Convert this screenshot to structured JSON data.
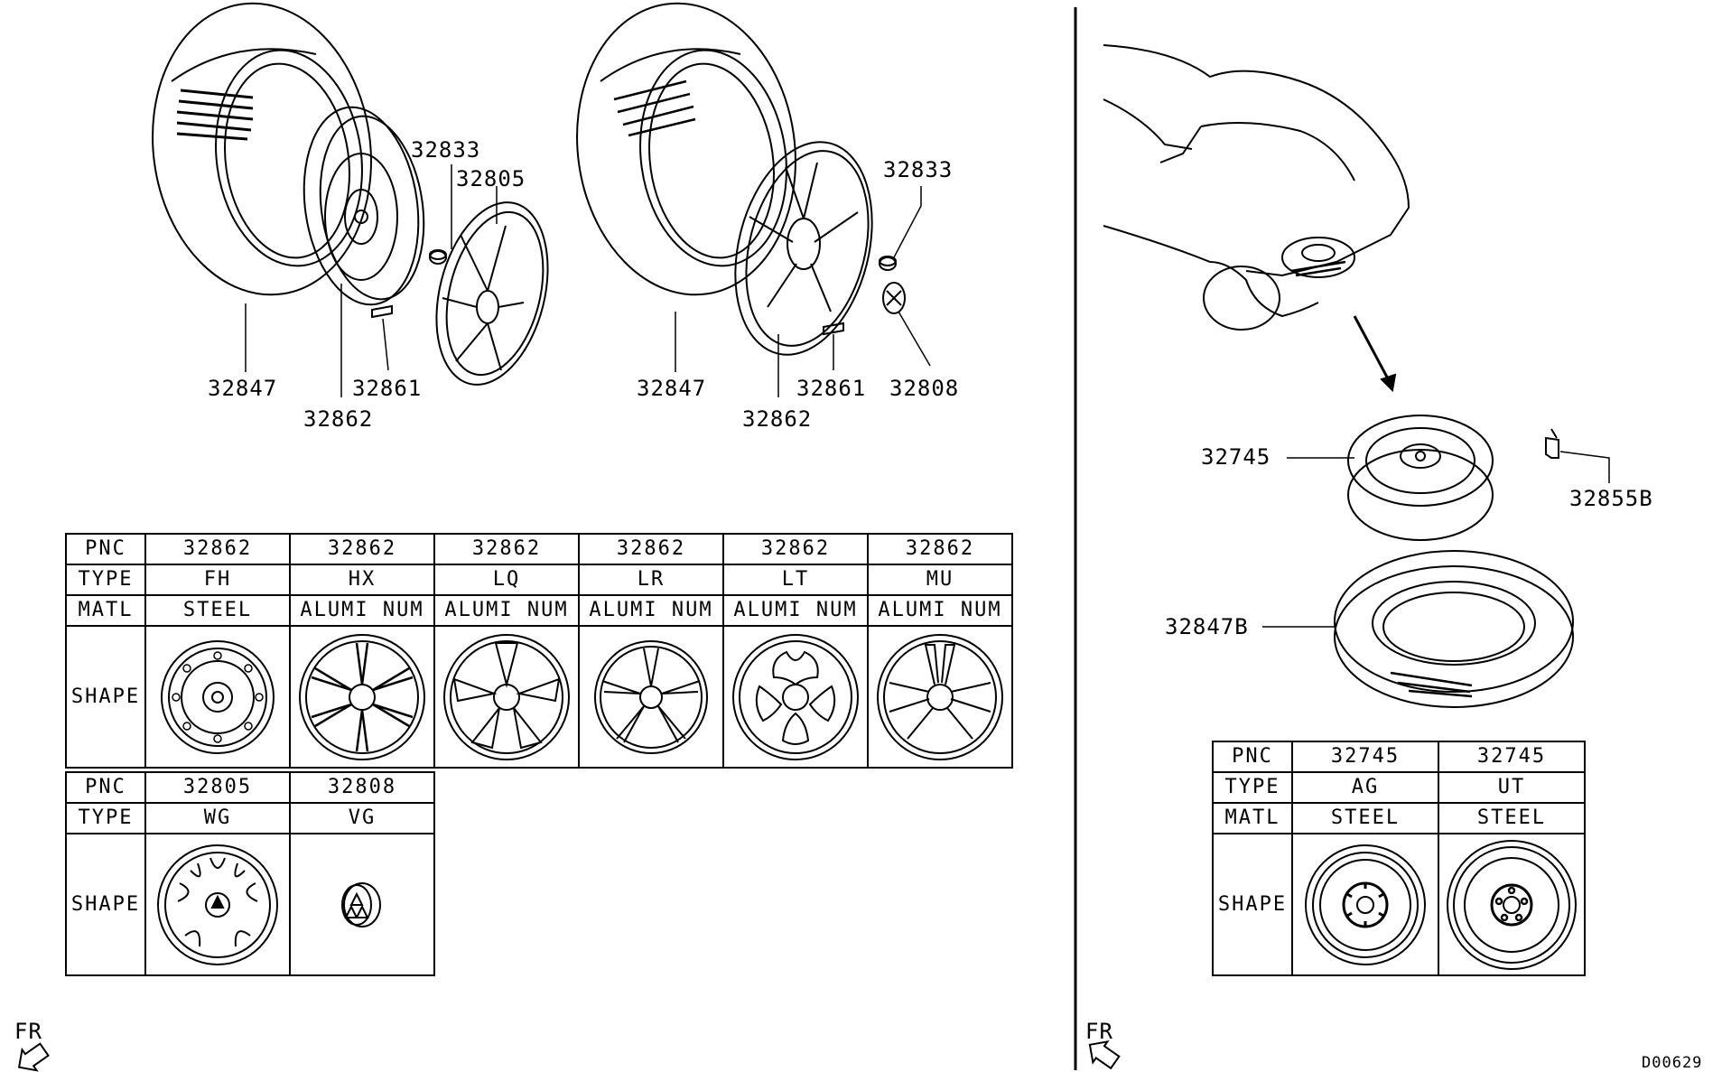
{
  "callouts": {
    "left_steel": {
      "tire": "32847",
      "wheel": "32862",
      "weight": "32861",
      "nut": "32833",
      "cover": "32805"
    },
    "left_alloy": {
      "tire": "32847",
      "wheel": "32862",
      "weight": "32861",
      "nut": "32833",
      "cap": "32808"
    },
    "spare": {
      "wheel": "32745",
      "bolt": "32855B",
      "tire": "32847B"
    }
  },
  "fr_left": "FR",
  "fr_right": "FR",
  "diagram_id": "D00629",
  "table_main": {
    "row_labels": {
      "pnc": "PNC",
      "type": "TYPE",
      "matl": "MATL",
      "shape": "SHAPE"
    },
    "columns": [
      {
        "pnc": "32862",
        "type": "FH",
        "matl": "STEEL",
        "icon": "steel-wheel-icon"
      },
      {
        "pnc": "32862",
        "type": "HX",
        "matl": "ALUMI NUM",
        "icon": "alloy-wheel-hx-icon"
      },
      {
        "pnc": "32862",
        "type": "LQ",
        "matl": "ALUMI NUM",
        "icon": "alloy-wheel-lq-icon"
      },
      {
        "pnc": "32862",
        "type": "LR",
        "matl": "ALUMI NUM",
        "icon": "alloy-wheel-lr-icon"
      },
      {
        "pnc": "32862",
        "type": "LT",
        "matl": "ALUMI NUM",
        "icon": "alloy-wheel-lt-icon"
      },
      {
        "pnc": "32862",
        "type": "MU",
        "matl": "ALUMI NUM",
        "icon": "alloy-wheel-mu-icon"
      }
    ]
  },
  "table_cover": {
    "row_labels": {
      "pnc": "PNC",
      "type": "TYPE",
      "shape": "SHAPE"
    },
    "columns": [
      {
        "pnc": "32805",
        "type": "WG",
        "icon": "wheel-cover-icon"
      },
      {
        "pnc": "32808",
        "type": "VG",
        "icon": "center-cap-icon"
      }
    ]
  },
  "table_spare": {
    "row_labels": {
      "pnc": "PNC",
      "type": "TYPE",
      "matl": "MATL",
      "shape": "SHAPE"
    },
    "columns": [
      {
        "pnc": "32745",
        "type": "AG",
        "matl": "STEEL",
        "icon": "spare-wheel-ag-icon"
      },
      {
        "pnc": "32745",
        "type": "UT",
        "matl": "STEEL",
        "icon": "spare-wheel-ut-icon"
      }
    ]
  }
}
